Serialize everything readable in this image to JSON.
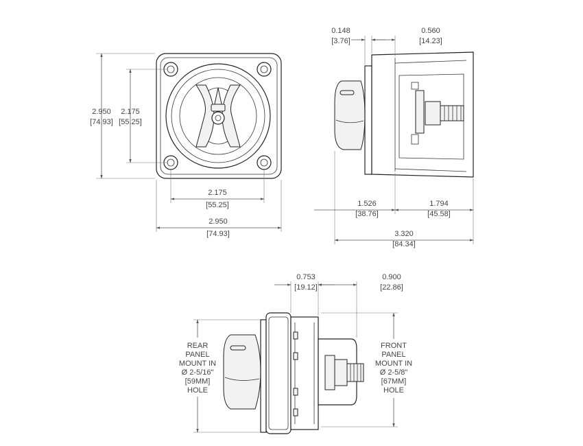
{
  "diagram": {
    "front_view": {
      "height_outer": {
        "in": "2.950",
        "mm": "[74.93]"
      },
      "height_inner": {
        "in": "2.175",
        "mm": "[55.25]"
      },
      "width_inner": {
        "in": "2.175",
        "mm": "[55.25]"
      },
      "width_outer": {
        "in": "2.950",
        "mm": "[74.93]"
      }
    },
    "side_view": {
      "top_left": {
        "in": "0.148",
        "mm": "[3.76]"
      },
      "top_right": {
        "in": "0.560",
        "mm": "[14.23]"
      },
      "bottom_left": {
        "in": "1.526",
        "mm": "[38.76]"
      },
      "bottom_right": {
        "in": "1.794",
        "mm": "[45.58]"
      },
      "overall": {
        "in": "3.320",
        "mm": "[84.34]"
      }
    },
    "mount_view": {
      "top_left": {
        "in": "0.753",
        "mm": "[19.12]"
      },
      "top_right": {
        "in": "0.900",
        "mm": "[22.86]"
      },
      "rear_label": [
        "REAR",
        "PANEL",
        "MOUNT IN",
        "Ø 2-5/16\"",
        "[59MM]",
        "HOLE"
      ],
      "front_label": [
        "FRONT",
        "PANEL",
        "MOUNT IN",
        "Ø 2-5/8\"",
        "[67MM]",
        "HOLE"
      ]
    }
  }
}
